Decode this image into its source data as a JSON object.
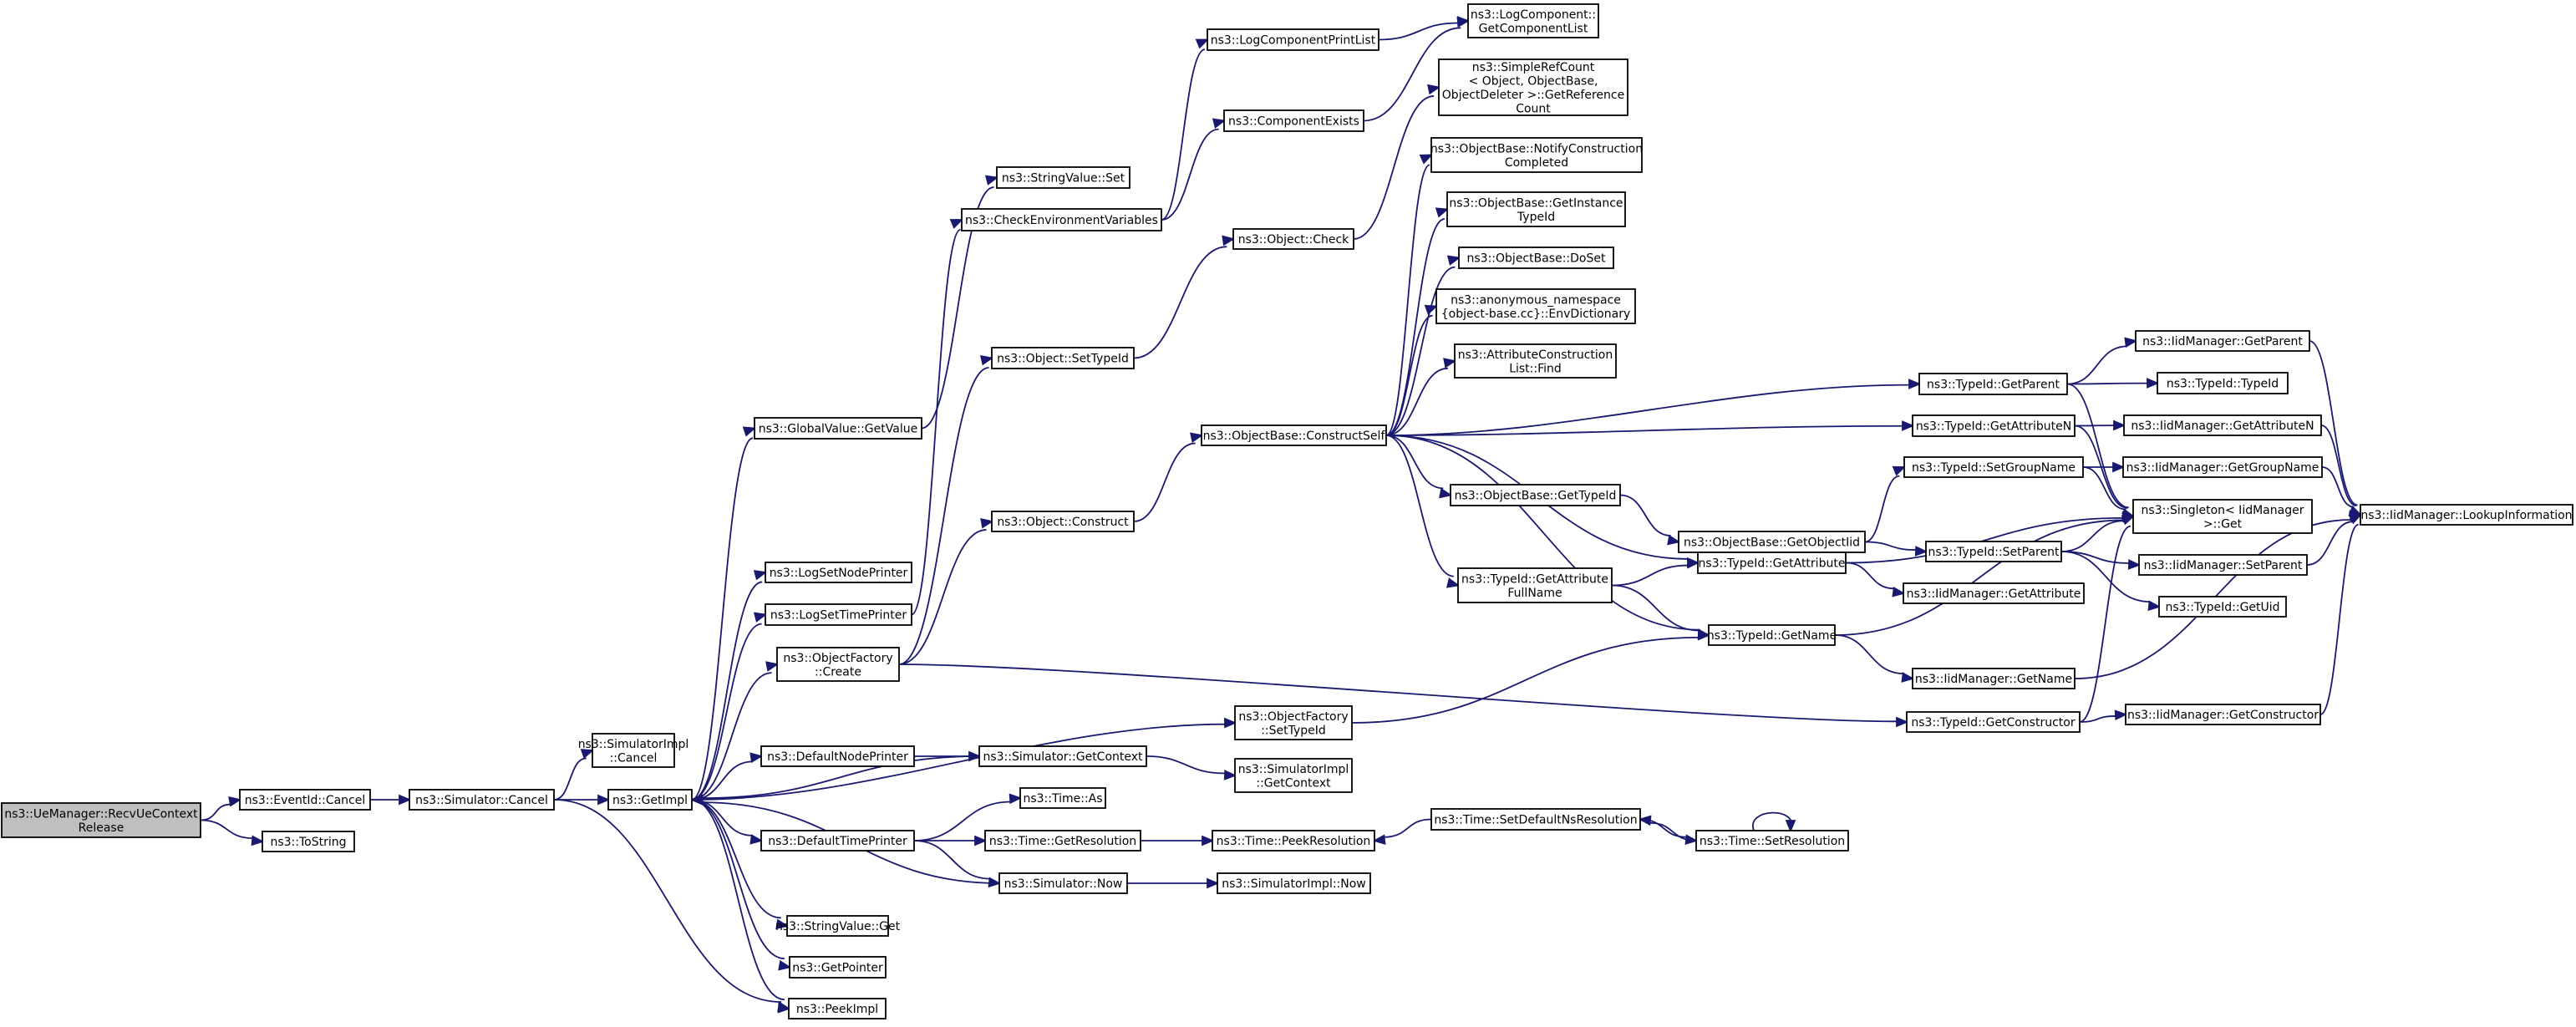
{
  "diagram": {
    "root": "recv",
    "nodes": [
      {
        "id": "recv",
        "lines": [
          "ns3::UeManager::RecvUeContext",
          "Release"
        ]
      },
      {
        "id": "eventcancel",
        "lines": [
          "ns3::EventId::Cancel"
        ]
      },
      {
        "id": "tostring",
        "lines": [
          "ns3::ToString"
        ]
      },
      {
        "id": "simcancel",
        "lines": [
          "ns3::Simulator::Cancel"
        ]
      },
      {
        "id": "simimplcancel",
        "lines": [
          "ns3::SimulatorImpl",
          "::Cancel"
        ]
      },
      {
        "id": "getimpl",
        "lines": [
          "ns3::GetImpl"
        ]
      },
      {
        "id": "peekimpl",
        "lines": [
          "ns3::PeekImpl"
        ]
      },
      {
        "id": "gvgetvalue",
        "lines": [
          "ns3::GlobalValue::GetValue"
        ]
      },
      {
        "id": "logsetnode",
        "lines": [
          "ns3::LogSetNodePrinter"
        ]
      },
      {
        "id": "logsettime",
        "lines": [
          "ns3::LogSetTimePrinter"
        ]
      },
      {
        "id": "ofcreate",
        "lines": [
          "ns3::ObjectFactory",
          "::Create"
        ]
      },
      {
        "id": "defnodeprinter",
        "lines": [
          "ns3::DefaultNodePrinter"
        ]
      },
      {
        "id": "deftimeprinter",
        "lines": [
          "ns3::DefaultTimePrinter"
        ]
      },
      {
        "id": "strvalget",
        "lines": [
          "ns3::StringValue::Get"
        ]
      },
      {
        "id": "getpointer",
        "lines": [
          "ns3::GetPointer"
        ]
      },
      {
        "id": "strvalset",
        "lines": [
          "ns3::StringValue::Set"
        ]
      },
      {
        "id": "checkenv",
        "lines": [
          "ns3::CheckEnvironmentVariables"
        ]
      },
      {
        "id": "objsettypeid",
        "lines": [
          "ns3::Object::SetTypeId"
        ]
      },
      {
        "id": "objconstruct",
        "lines": [
          "ns3::Object::Construct"
        ]
      },
      {
        "id": "simgetcontext",
        "lines": [
          "ns3::Simulator::GetContext"
        ]
      },
      {
        "id": "timeas",
        "lines": [
          "ns3::Time::As"
        ]
      },
      {
        "id": "timegetres",
        "lines": [
          "ns3::Time::GetResolution"
        ]
      },
      {
        "id": "simnow",
        "lines": [
          "ns3::Simulator::Now"
        ]
      },
      {
        "id": "logcompprint",
        "lines": [
          "ns3::LogComponentPrintList"
        ]
      },
      {
        "id": "compexists",
        "lines": [
          "ns3::ComponentExists"
        ]
      },
      {
        "id": "objcheck",
        "lines": [
          "ns3::Object::Check"
        ]
      },
      {
        "id": "obconstructself",
        "lines": [
          "ns3::ObjectBase::ConstructSelf"
        ]
      },
      {
        "id": "ofsettypeid",
        "lines": [
          "ns3::ObjectFactory",
          "::SetTypeId"
        ]
      },
      {
        "id": "simimplgetcontext",
        "lines": [
          "ns3::SimulatorImpl",
          "::GetContext"
        ]
      },
      {
        "id": "timepeekres",
        "lines": [
          "ns3::Time::PeekResolution"
        ]
      },
      {
        "id": "simimplnow",
        "lines": [
          "ns3::SimulatorImpl::Now"
        ]
      },
      {
        "id": "logcompgetlist",
        "lines": [
          "ns3::LogComponent::",
          "GetComponentList"
        ]
      },
      {
        "id": "simplerefcount",
        "lines": [
          "ns3::SimpleRefCount",
          "< Object, ObjectBase,",
          "ObjectDeleter >::GetReference",
          "Count"
        ]
      },
      {
        "id": "obnotify",
        "lines": [
          "ns3::ObjectBase::NotifyConstruction",
          "Completed"
        ]
      },
      {
        "id": "obgetinst",
        "lines": [
          "ns3::ObjectBase::GetInstance",
          "TypeId"
        ]
      },
      {
        "id": "obdoset",
        "lines": [
          "ns3::ObjectBase::DoSet"
        ]
      },
      {
        "id": "envdict",
        "lines": [
          "ns3::anonymous_namespace",
          "{object-base.cc}::EnvDictionary"
        ]
      },
      {
        "id": "attrfind",
        "lines": [
          "ns3::AttributeConstruction",
          "List::Find"
        ]
      },
      {
        "id": "obgettypeid",
        "lines": [
          "ns3::ObjectBase::GetTypeId"
        ]
      },
      {
        "id": "tidgetattrfull",
        "lines": [
          "ns3::TypeId::GetAttribute",
          "FullName"
        ]
      },
      {
        "id": "settimeres",
        "lines": [
          "ns3::Time::SetDefaultNsResolution"
        ]
      },
      {
        "id": "tidgetparent",
        "lines": [
          "ns3::TypeId::GetParent"
        ]
      },
      {
        "id": "tidgetattrn",
        "lines": [
          "ns3::TypeId::GetAttributeN"
        ]
      },
      {
        "id": "obgetobjtid",
        "lines": [
          "ns3::ObjectBase::GetObjectIid"
        ]
      },
      {
        "id": "tidgetattr",
        "lines": [
          "ns3::TypeId::GetAttribute"
        ]
      },
      {
        "id": "tidgetname",
        "lines": [
          "ns3::TypeId::GetName"
        ]
      },
      {
        "id": "tidgetctor",
        "lines": [
          "ns3::TypeId::GetConstructor"
        ]
      },
      {
        "id": "tidsetgroup",
        "lines": [
          "ns3::TypeId::SetGroupName"
        ]
      },
      {
        "id": "tidsetparent",
        "lines": [
          "ns3::TypeId::SetParent"
        ]
      },
      {
        "id": "iidgetattr",
        "lines": [
          "ns3::IidManager::GetAttribute"
        ]
      },
      {
        "id": "iidgetname",
        "lines": [
          "ns3::IidManager::GetName"
        ]
      },
      {
        "id": "timesetres",
        "lines": [
          "ns3::Time::SetResolution"
        ]
      },
      {
        "id": "iidgetparent",
        "lines": [
          "ns3::IidManager::GetParent"
        ]
      },
      {
        "id": "tidtypeid",
        "lines": [
          "ns3::TypeId::TypeId"
        ]
      },
      {
        "id": "iidgetattrn",
        "lines": [
          "ns3::IidManager::GetAttributeN"
        ]
      },
      {
        "id": "iidgetgroup",
        "lines": [
          "ns3::IidManager::GetGroupName"
        ]
      },
      {
        "id": "singleton",
        "lines": [
          "ns3::Singleton< IidManager",
          ">::Get"
        ]
      },
      {
        "id": "iidsetparent",
        "lines": [
          "ns3::IidManager::SetParent"
        ]
      },
      {
        "id": "tidgetuid",
        "lines": [
          "ns3::TypeId::GetUid"
        ]
      },
      {
        "id": "iidgetctor",
        "lines": [
          "ns3::IidManager::GetConstructor"
        ]
      },
      {
        "id": "iidlookup",
        "lines": [
          "ns3::IidManager::LookupInformation"
        ]
      }
    ],
    "edges": [
      [
        "recv",
        "eventcancel"
      ],
      [
        "recv",
        "tostring"
      ],
      [
        "eventcancel",
        "simcancel"
      ],
      [
        "simcancel",
        "simimplcancel"
      ],
      [
        "simcancel",
        "getimpl"
      ],
      [
        "simcancel",
        "peekimpl"
      ],
      [
        "getimpl",
        "gvgetvalue"
      ],
      [
        "getimpl",
        "logsetnode"
      ],
      [
        "getimpl",
        "logsettime"
      ],
      [
        "getimpl",
        "ofcreate"
      ],
      [
        "getimpl",
        "ofsettypeid"
      ],
      [
        "getimpl",
        "defnodeprinter"
      ],
      [
        "getimpl",
        "deftimeprinter"
      ],
      [
        "getimpl",
        "strvalget"
      ],
      [
        "getimpl",
        "getpointer"
      ],
      [
        "getimpl",
        "peekimpl"
      ],
      [
        "gvgetvalue",
        "strvalset"
      ],
      [
        "logsettime",
        "checkenv"
      ],
      [
        "ofcreate",
        "objsettypeid"
      ],
      [
        "ofcreate",
        "objconstruct"
      ],
      [
        "ofcreate",
        "tidgetctor"
      ],
      [
        "defnodeprinter",
        "simgetcontext"
      ],
      [
        "simgetcontext",
        "getimpl"
      ],
      [
        "simgetcontext",
        "simimplgetcontext"
      ],
      [
        "deftimeprinter",
        "timeas"
      ],
      [
        "deftimeprinter",
        "timegetres"
      ],
      [
        "deftimeprinter",
        "simnow"
      ],
      [
        "simnow",
        "getimpl"
      ],
      [
        "simnow",
        "simimplnow"
      ],
      [
        "checkenv",
        "logcompprint"
      ],
      [
        "checkenv",
        "compexists"
      ],
      [
        "logcompprint",
        "logcompgetlist"
      ],
      [
        "compexists",
        "logcompgetlist"
      ],
      [
        "objsettypeid",
        "objcheck"
      ],
      [
        "objcheck",
        "simplerefcount"
      ],
      [
        "objconstruct",
        "obconstructself"
      ],
      [
        "obconstructself",
        "obnotify"
      ],
      [
        "obconstructself",
        "obgetinst"
      ],
      [
        "obconstructself",
        "obdoset"
      ],
      [
        "obconstructself",
        "envdict"
      ],
      [
        "obconstructself",
        "attrfind"
      ],
      [
        "obconstructself",
        "obgettypeid"
      ],
      [
        "obconstructself",
        "tidgetattrfull"
      ],
      [
        "obconstructself",
        "tidgetparent"
      ],
      [
        "obconstructself",
        "tidgetattrn"
      ],
      [
        "obconstructself",
        "tidgetattr"
      ],
      [
        "obconstructself",
        "tidgetname"
      ],
      [
        "ofsettypeid",
        "tidgetname"
      ],
      [
        "timegetres",
        "timepeekres"
      ],
      [
        "settimeres",
        "timepeekres"
      ],
      [
        "settimeres",
        "timesetres"
      ],
      [
        "timesetres",
        "settimeres"
      ],
      [
        "timesetres",
        "timesetres"
      ],
      [
        "obgettypeid",
        "obgetobjtid"
      ],
      [
        "obgetobjtid",
        "tidsetgroup"
      ],
      [
        "obgetobjtid",
        "tidsetparent"
      ],
      [
        "tidgetattrfull",
        "tidgetattr"
      ],
      [
        "tidgetattrfull",
        "tidgetname"
      ],
      [
        "tidgetattr",
        "iidgetattr"
      ],
      [
        "tidgetattr",
        "singleton"
      ],
      [
        "tidgetname",
        "iidgetname"
      ],
      [
        "tidgetname",
        "singleton"
      ],
      [
        "tidgetctor",
        "iidgetctor"
      ],
      [
        "tidgetctor",
        "singleton"
      ],
      [
        "tidgetparent",
        "iidgetparent"
      ],
      [
        "tidgetparent",
        "tidtypeid"
      ],
      [
        "tidgetparent",
        "singleton"
      ],
      [
        "tidgetattrn",
        "iidgetattrn"
      ],
      [
        "tidgetattrn",
        "singleton"
      ],
      [
        "tidsetgroup",
        "iidgetgroup"
      ],
      [
        "tidsetgroup",
        "singleton"
      ],
      [
        "tidsetparent",
        "iidsetparent"
      ],
      [
        "tidsetparent",
        "tidgetuid"
      ],
      [
        "tidsetparent",
        "singleton"
      ],
      [
        "iidgetparent",
        "iidlookup"
      ],
      [
        "iidgetattrn",
        "iidlookup"
      ],
      [
        "iidgetgroup",
        "iidlookup"
      ],
      [
        "iidsetparent",
        "iidlookup"
      ],
      [
        "iidgetname",
        "iidlookup"
      ],
      [
        "iidgetctor",
        "iidlookup"
      ]
    ]
  }
}
